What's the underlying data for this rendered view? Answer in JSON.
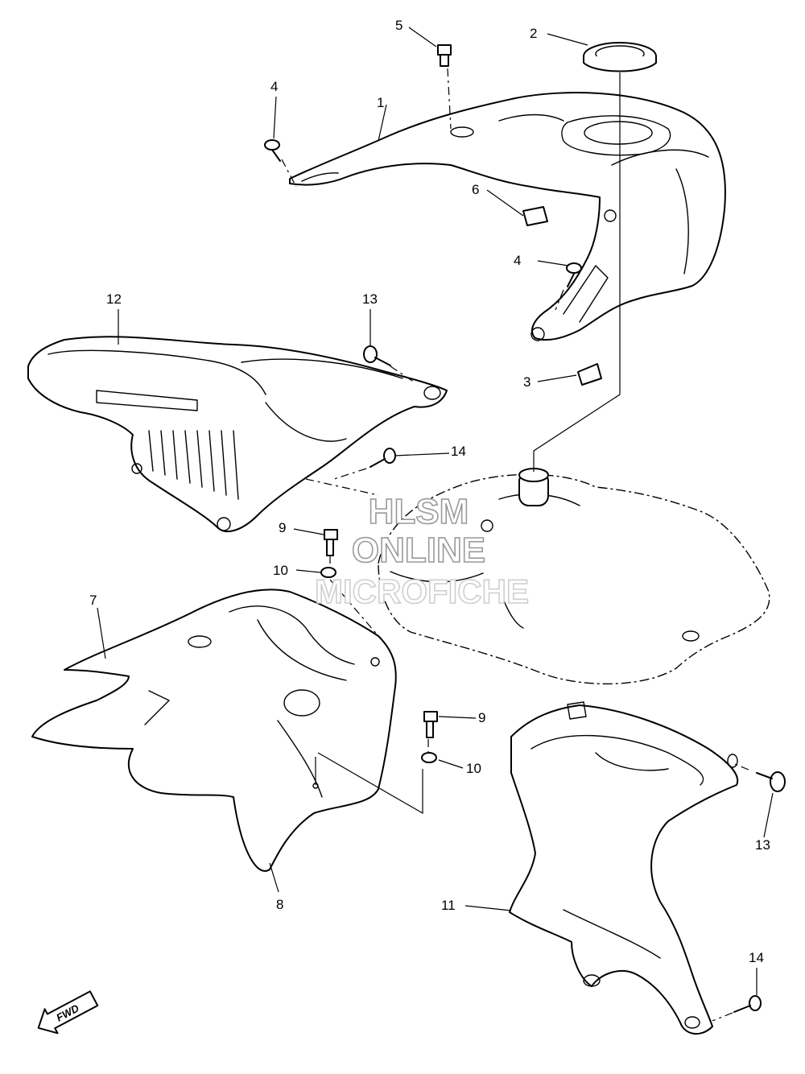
{
  "watermark": {
    "line1": "HLSM",
    "line2": "ONLINE",
    "line3": "MICROFICHE"
  },
  "fwd_label": "FWD",
  "callouts": {
    "c1": "1",
    "c2": "2",
    "c3": "3",
    "c4a": "4",
    "c4b": "4",
    "c5": "5",
    "c6": "6",
    "c7": "7",
    "c8": "8",
    "c9a": "9",
    "c9b": "9",
    "c10a": "10",
    "c10b": "10",
    "c11": "11",
    "c12": "12",
    "c13a": "13",
    "c13b": "13",
    "c14a": "14",
    "c14b": "14"
  }
}
